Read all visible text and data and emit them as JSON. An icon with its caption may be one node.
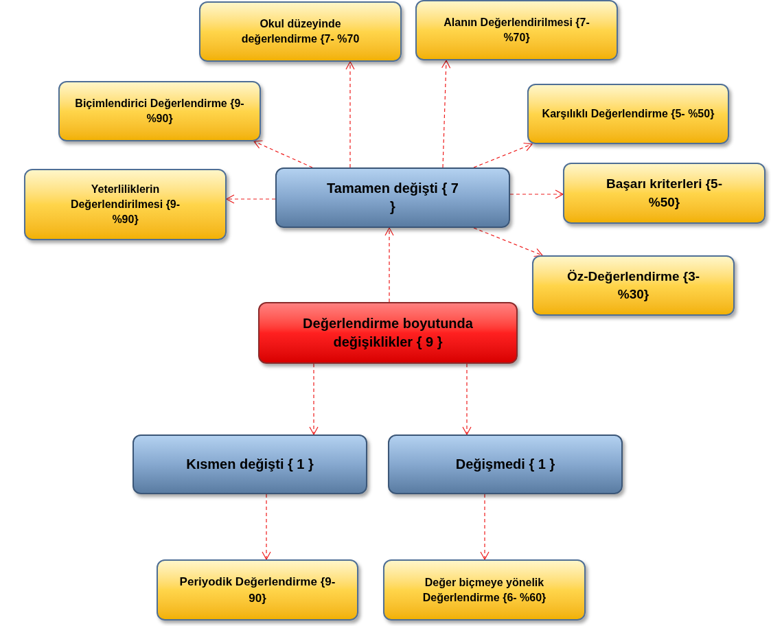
{
  "diagram": {
    "nodes": [
      {
        "text": [
          "Okul düzeyinde değerlendirme {7- %70"
        ]
      },
      {
        "text": [
          "Alanın Değerlendirilmesi {7- %70}"
        ]
      },
      {
        "text": [
          "Biçimlendirici Değerlendirme {9- %90}"
        ]
      },
      {
        "text": [
          "Karşılıklı Değerlendirme {5- %50}"
        ]
      },
      {
        "text": [
          "Yeterliliklerin Değerlendirilmesi {9- %90}"
        ]
      },
      {
        "text": [
          "Tamamen değişti { 7 }"
        ]
      },
      {
        "text": [
          "Başarı kriterleri {5- %50}"
        ]
      },
      {
        "text": [
          "Öz-Değerlendirme {3- %30}"
        ]
      },
      {
        "text": [
          "Değerlendirme boyutunda değişiklikler { 9 }"
        ]
      },
      {
        "text": [
          "Kısmen değişti { 1 }"
        ]
      },
      {
        "text": [
          "Değişmedi { 1 }"
        ]
      },
      {
        "text": [
          "Periyodik Değerlendirme {9- 90}"
        ]
      },
      {
        "text": [
          "Değer biçmeye yönelik Değerlendirme {6- %60}"
        ]
      }
    ],
    "edges": [
      {
        "from": 8,
        "to": 5,
        "arrow": "to",
        "style": "dashed"
      },
      {
        "from": 5,
        "to": 0,
        "arrow": "to",
        "style": "dashed"
      },
      {
        "from": 5,
        "to": 1,
        "arrow": "to",
        "style": "dashed"
      },
      {
        "from": 5,
        "to": 2,
        "arrow": "to",
        "style": "dashed"
      },
      {
        "from": 5,
        "to": 3,
        "arrow": "to",
        "style": "dashed"
      },
      {
        "from": 5,
        "to": 4,
        "arrow": "to",
        "style": "dashed"
      },
      {
        "from": 5,
        "to": 6,
        "arrow": "to",
        "style": "dashed"
      },
      {
        "from": 5,
        "to": 7,
        "arrow": "to",
        "style": "dashed"
      },
      {
        "from": 8,
        "to": 9,
        "arrow": "to",
        "style": "dashed"
      },
      {
        "from": 8,
        "to": 10,
        "arrow": "to",
        "style": "dashed"
      },
      {
        "from": 9,
        "to": 11,
        "arrow": "to",
        "style": "dashed"
      },
      {
        "from": 10,
        "to": 12,
        "arrow": "to",
        "style": "dashed"
      }
    ]
  }
}
